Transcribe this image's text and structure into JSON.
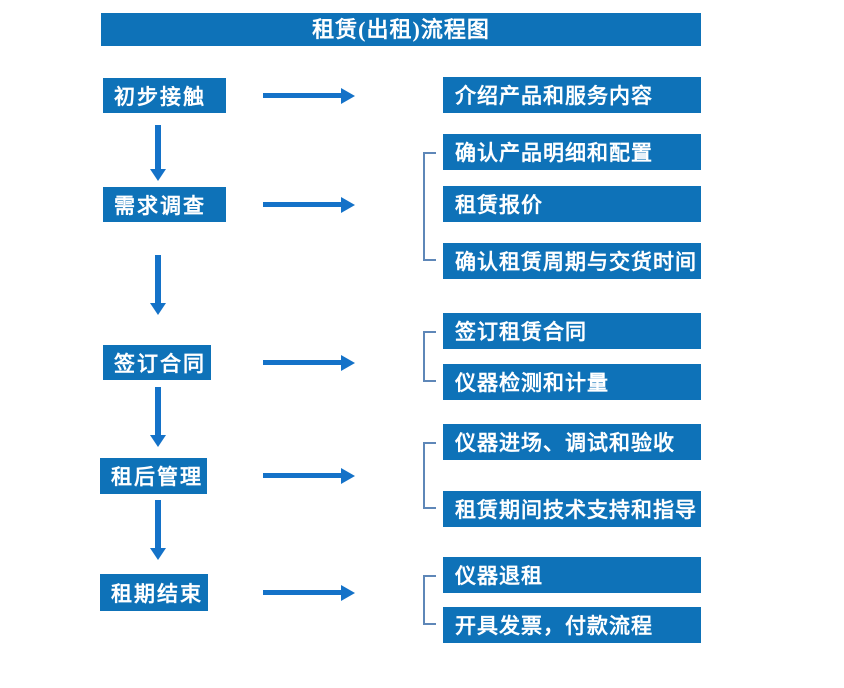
{
  "title": "租赁(出租)流程图",
  "colors": {
    "primary_blue": "#0E72B8",
    "arrow_blue": "#1472C8",
    "bracket_blue": "#5E87B8",
    "text_white": "#FFFFFF"
  },
  "steps": [
    {
      "label": "初步接触",
      "outputs": [
        "介绍产品和服务内容"
      ]
    },
    {
      "label": "需求调查",
      "outputs": [
        "确认产品明细和配置",
        "租赁报价",
        "确认租赁周期与交货时间"
      ]
    },
    {
      "label": "签订合同",
      "outputs": [
        "签订租赁合同",
        "仪器检测和计量"
      ]
    },
    {
      "label": "租后管理",
      "outputs": [
        "仪器进场、调试和验收",
        "租赁期间技术支持和指导"
      ]
    },
    {
      "label": "租期结束",
      "outputs": [
        "仪器退租",
        "开具发票，付款流程"
      ]
    }
  ]
}
